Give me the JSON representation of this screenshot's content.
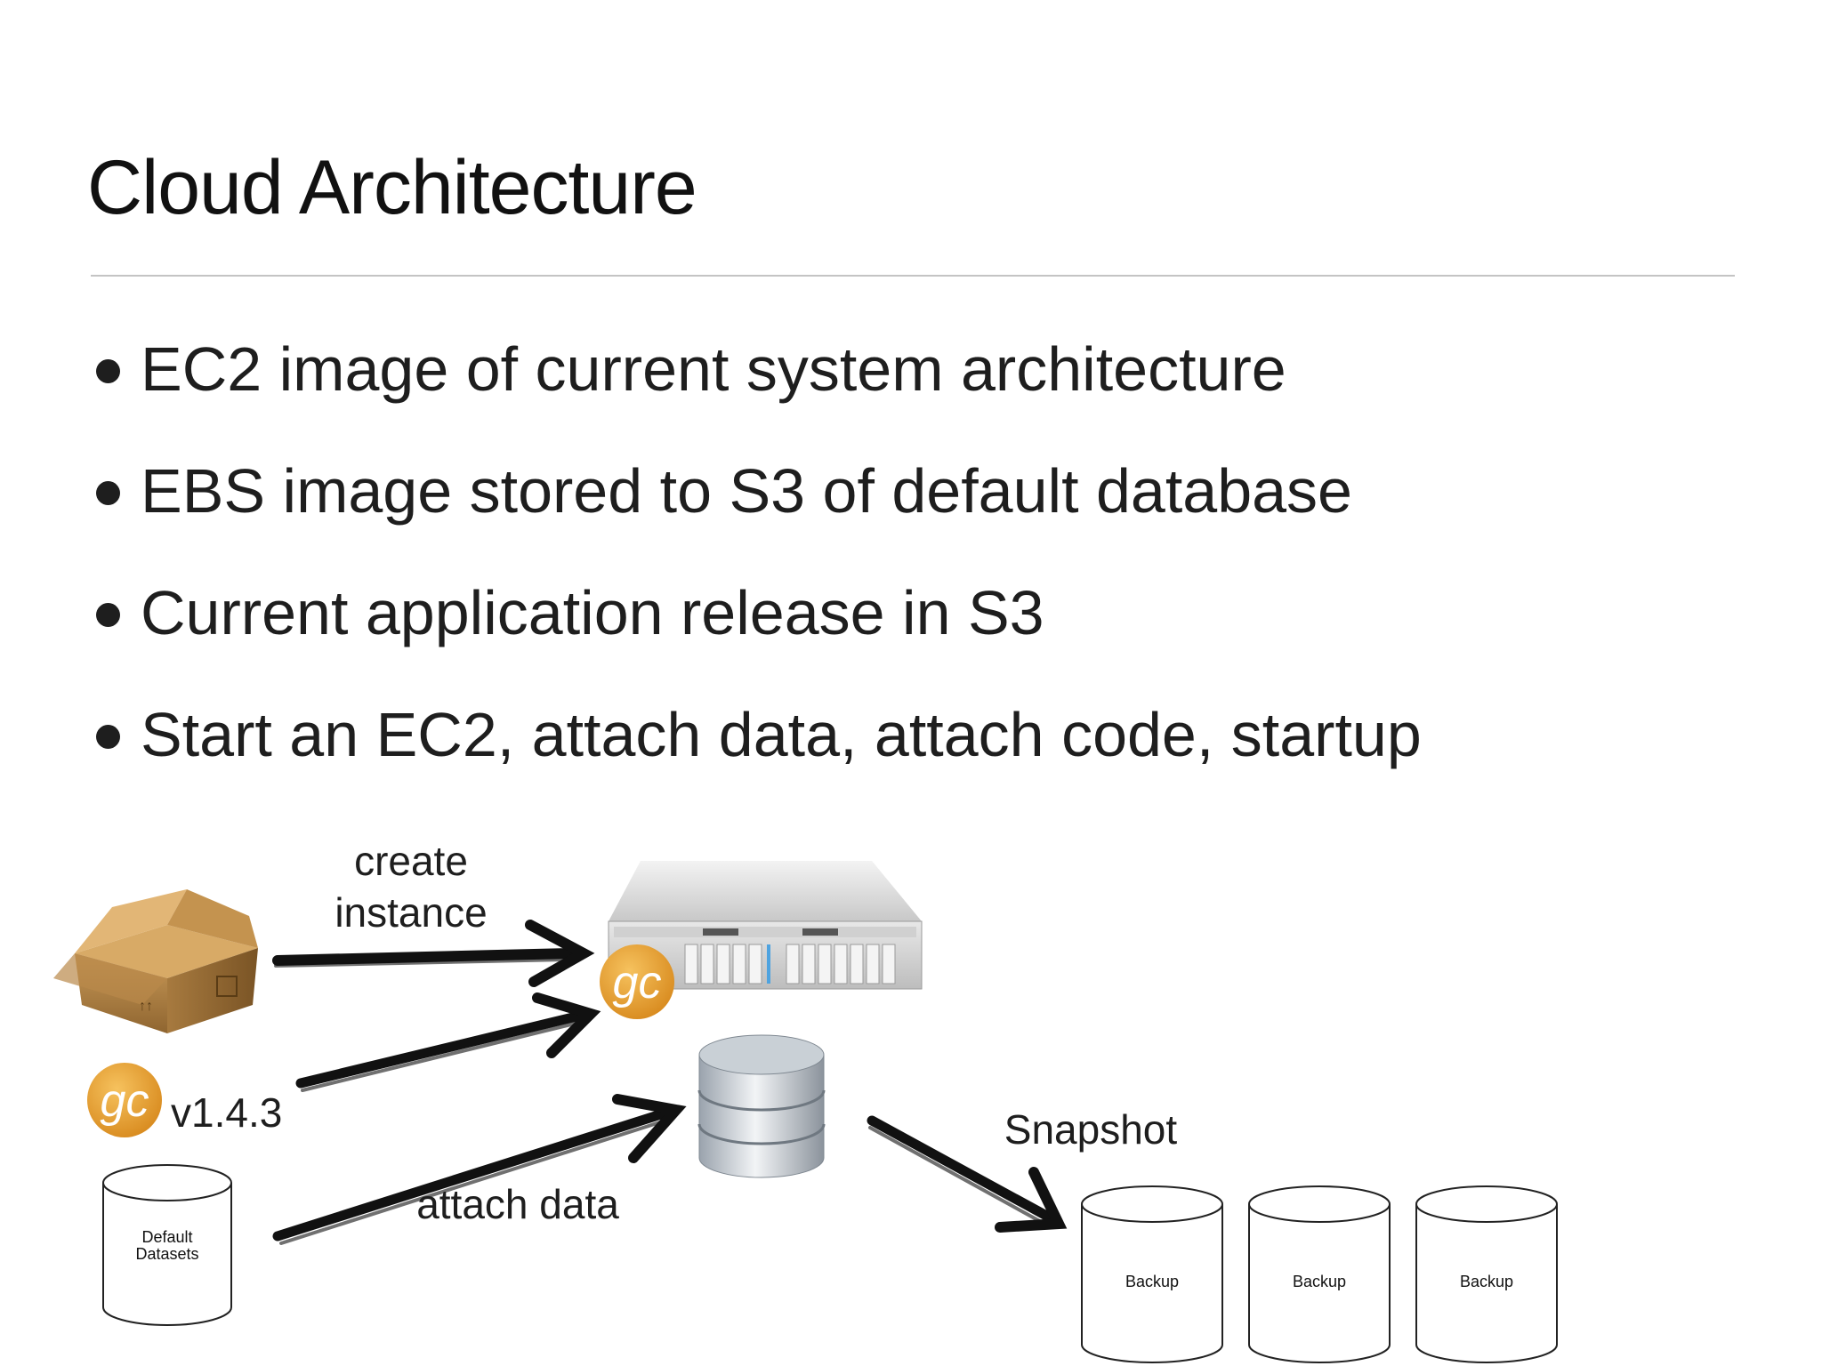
{
  "slide": {
    "title": "Cloud Architecture",
    "bullets": [
      "EC2 image of current system architecture",
      "EBS image stored to S3 of default database",
      "Current application release in S3",
      "Start an EC2, attach data, attach code, startup"
    ]
  },
  "diagram": {
    "label_create_line1": "create",
    "label_create_line2": "instance",
    "gc_logo_text": "gc",
    "version_label": "v1.4.3",
    "default_datasets_line1": "Default",
    "default_datasets_line2": "Datasets",
    "attach_data_label": "attach data",
    "snapshot_label": "Snapshot",
    "backups": [
      "Backup",
      "Backup",
      "Backup"
    ],
    "colors": {
      "gc_logo": "#e8a33a",
      "box": "#b88a4a",
      "server": "#d8d8d8",
      "arrow": "#111111"
    }
  }
}
